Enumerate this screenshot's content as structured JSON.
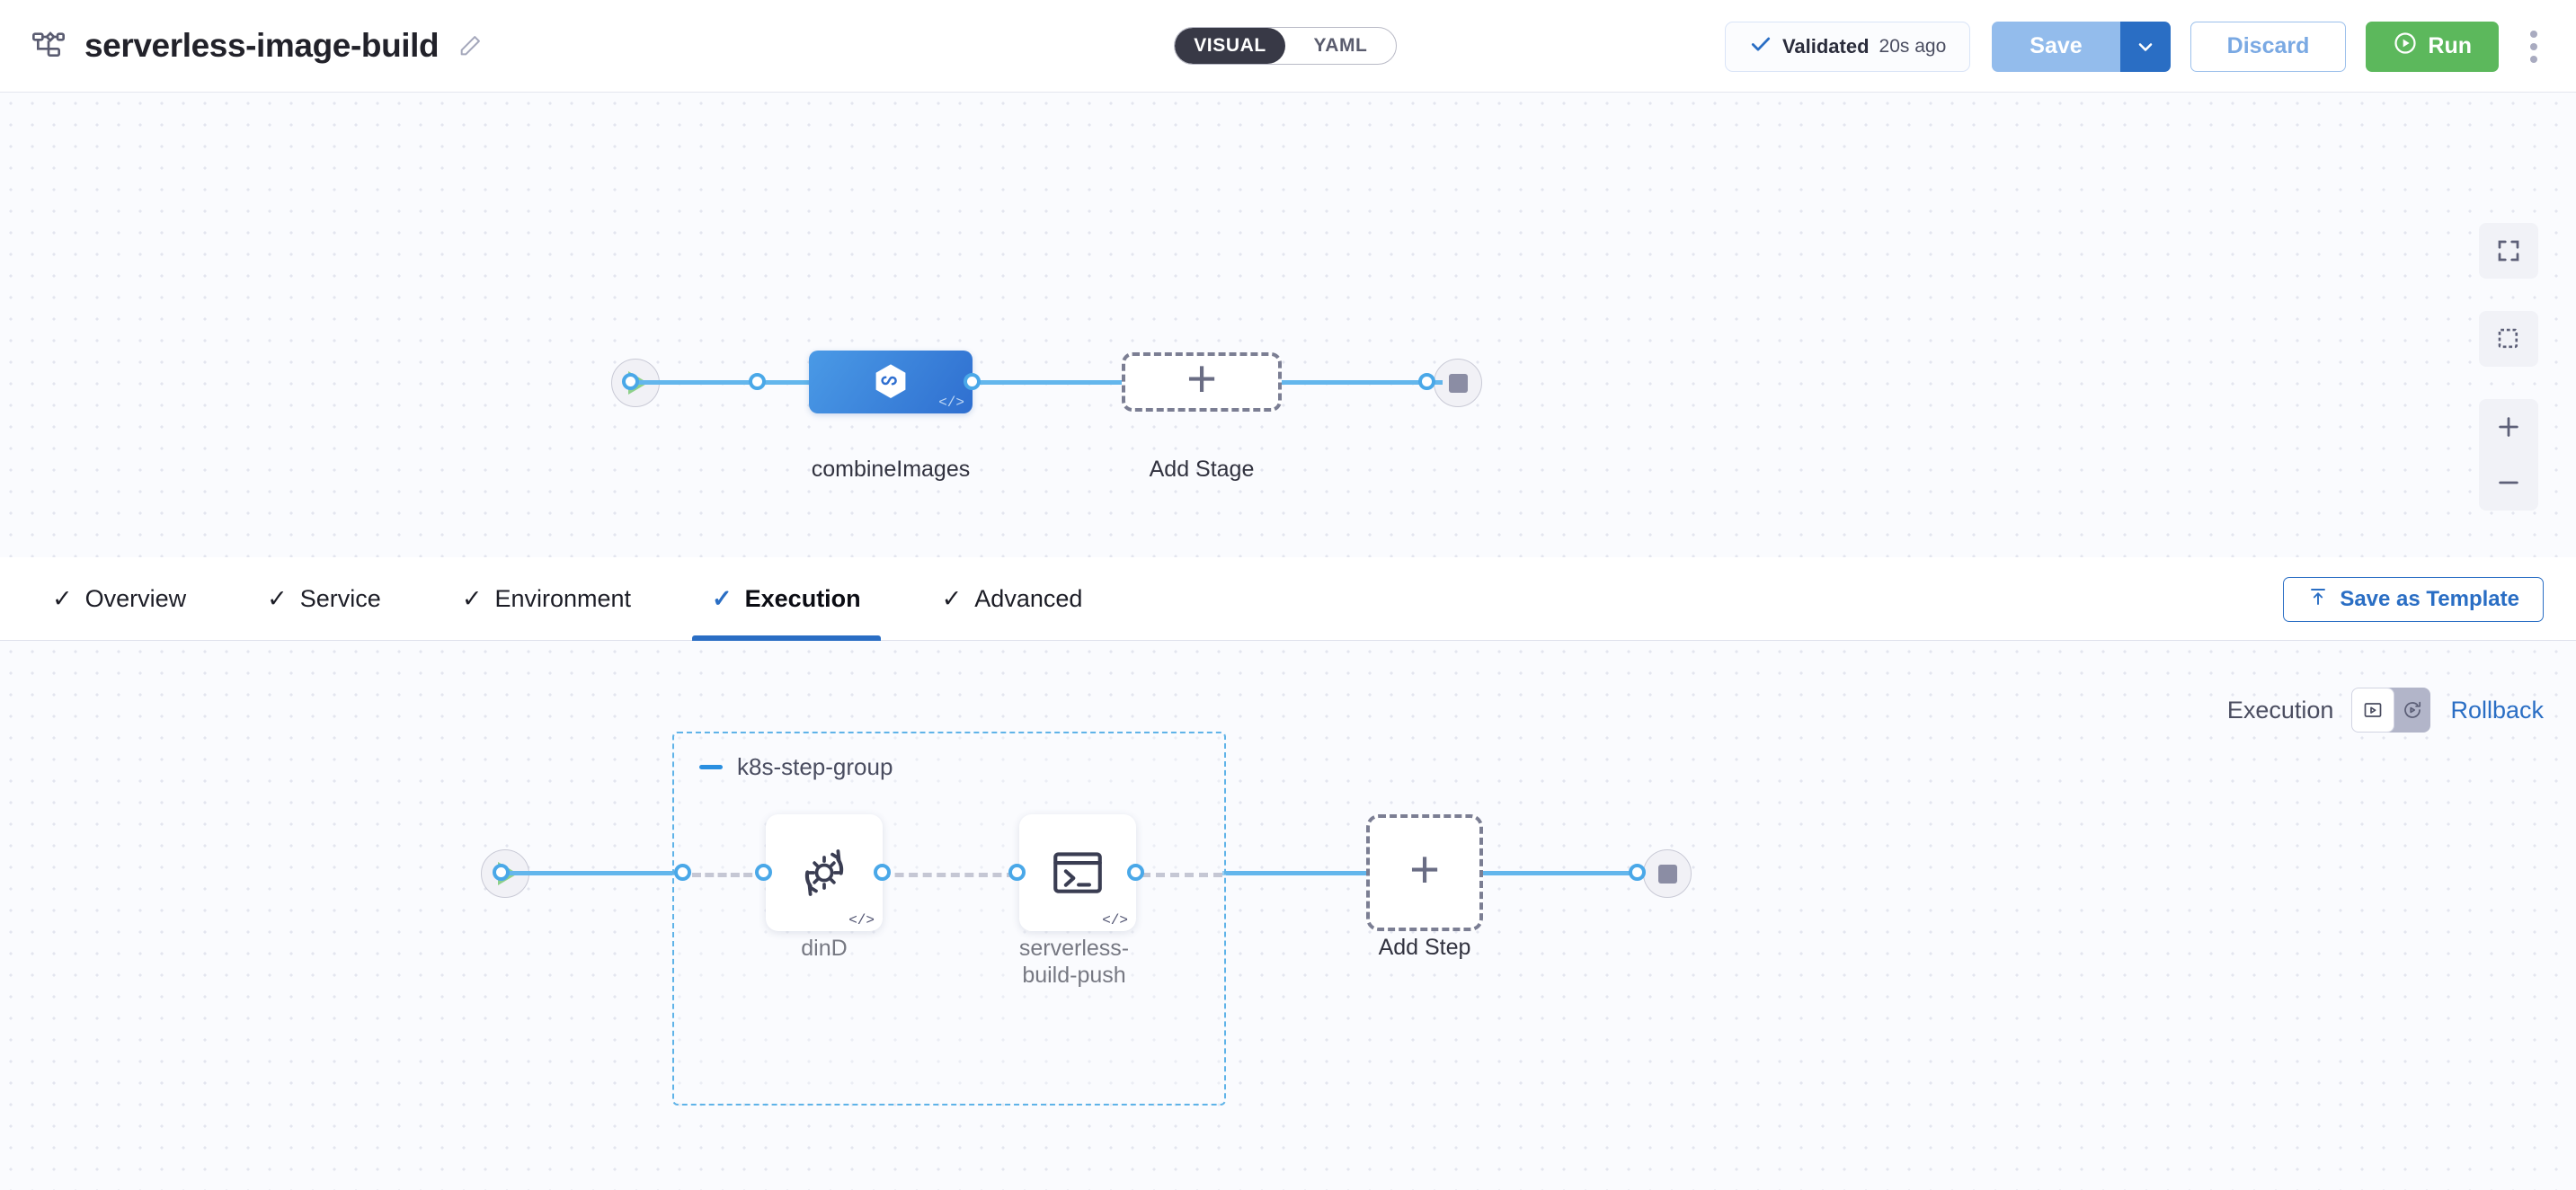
{
  "header": {
    "pipeline_icon": "pipeline-flow-icon",
    "title": "serverless-image-build",
    "edit_icon": "pencil-icon",
    "mode_toggle": {
      "options": [
        "VISUAL",
        "YAML"
      ],
      "active": "VISUAL"
    },
    "validated": {
      "icon": "check-icon",
      "label": "Validated",
      "time": "20s ago"
    },
    "save": {
      "label": "Save",
      "caret_icon": "chevron-down-icon"
    },
    "discard": {
      "label": "Discard"
    },
    "run": {
      "label": "Run",
      "icon": "play-circle-icon"
    },
    "kebab_icon": "more-vertical-icon"
  },
  "stage_canvas": {
    "start_node": {
      "icon": "play-icon",
      "name": "pipeline-start"
    },
    "end_node": {
      "icon": "stop-icon",
      "name": "pipeline-end"
    },
    "stage": {
      "label": "combineImages",
      "icon": "harness-hexagon-icon",
      "badge": "</>"
    },
    "add_stage": {
      "label": "Add Stage",
      "icon": "plus-icon"
    },
    "controls": [
      {
        "name": "fit-to-screen-button",
        "icon": "fit-screen-icon"
      },
      {
        "name": "selection-box-button",
        "icon": "dashed-square-icon"
      },
      {
        "name": "zoom-in-button",
        "icon": "plus-icon"
      },
      {
        "name": "zoom-out-button",
        "icon": "minus-icon"
      }
    ]
  },
  "tabs": [
    {
      "label": "Overview",
      "tick": "✓",
      "active": false
    },
    {
      "label": "Service",
      "tick": "✓",
      "active": false
    },
    {
      "label": "Environment",
      "tick": "✓",
      "active": false
    },
    {
      "label": "Execution",
      "tick": "✓",
      "active": true
    },
    {
      "label": "Advanced",
      "tick": "✓",
      "active": false
    }
  ],
  "save_as_template": {
    "label": "Save as Template",
    "icon": "template-upload-icon"
  },
  "exec_row": {
    "execution_label": "Execution",
    "rollback_label": "Rollback",
    "toggle": {
      "left_icon": "execution-icon",
      "right_icon": "rollback-icon",
      "active": "execution"
    }
  },
  "step_canvas": {
    "start_node": {
      "icon": "play-icon",
      "name": "step-start"
    },
    "end_node": {
      "icon": "stop-icon",
      "name": "step-end"
    },
    "group": {
      "title": "k8s-step-group",
      "collapse_icon": "minus-icon"
    },
    "steps": [
      {
        "label": "dinD",
        "icon": "gear-rotate-icon",
        "badge": "</>"
      },
      {
        "label": "serverless-\nbuild-push",
        "label_line1": "serverless-",
        "label_line2": "build-push",
        "icon": "terminal-icon",
        "badge": "</>"
      }
    ],
    "add_step": {
      "label": "Add Step",
      "icon": "plus-icon"
    }
  },
  "colors": {
    "accent_blue": "#2a6ec4",
    "link_blue": "#63b6ec",
    "run_green": "#5cb85c",
    "save_blue": "#93bcec",
    "group_dash": "#5fb3e8",
    "canvas_bg": "#fafbfe"
  }
}
